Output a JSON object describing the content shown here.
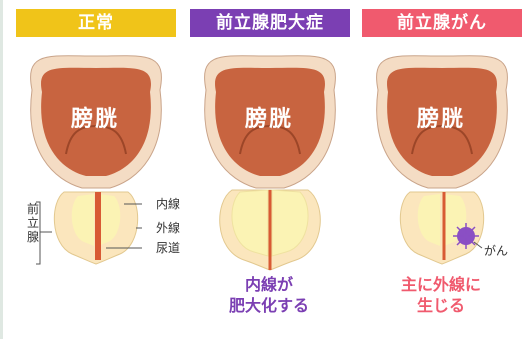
{
  "panels": [
    {
      "title": "正常",
      "bladder_label": "膀胱",
      "labels": {
        "side": "前立腺",
        "inner": "内線",
        "outer": "外線",
        "urethra": "尿道"
      }
    },
    {
      "title": "前立腺肥大症",
      "bladder_label": "膀胱",
      "caption_line1": "内線が",
      "caption_line2": "肥大化する"
    },
    {
      "title": "前立腺がん",
      "bladder_label": "膀胱",
      "tumor_label": "がん",
      "caption_line1": "主に外線に",
      "caption_line2": "生じる"
    }
  ],
  "colors": {
    "normal": "#f0c419",
    "hyperplasia": "#7b3fb3",
    "cancer": "#f05a6e",
    "bladder": "#c86440",
    "bladder_rim": "#f4dcc4",
    "gland_outer": "#fbe6bd",
    "gland_inner": "#fbf3b4",
    "tumor": "#8a4fc4"
  }
}
